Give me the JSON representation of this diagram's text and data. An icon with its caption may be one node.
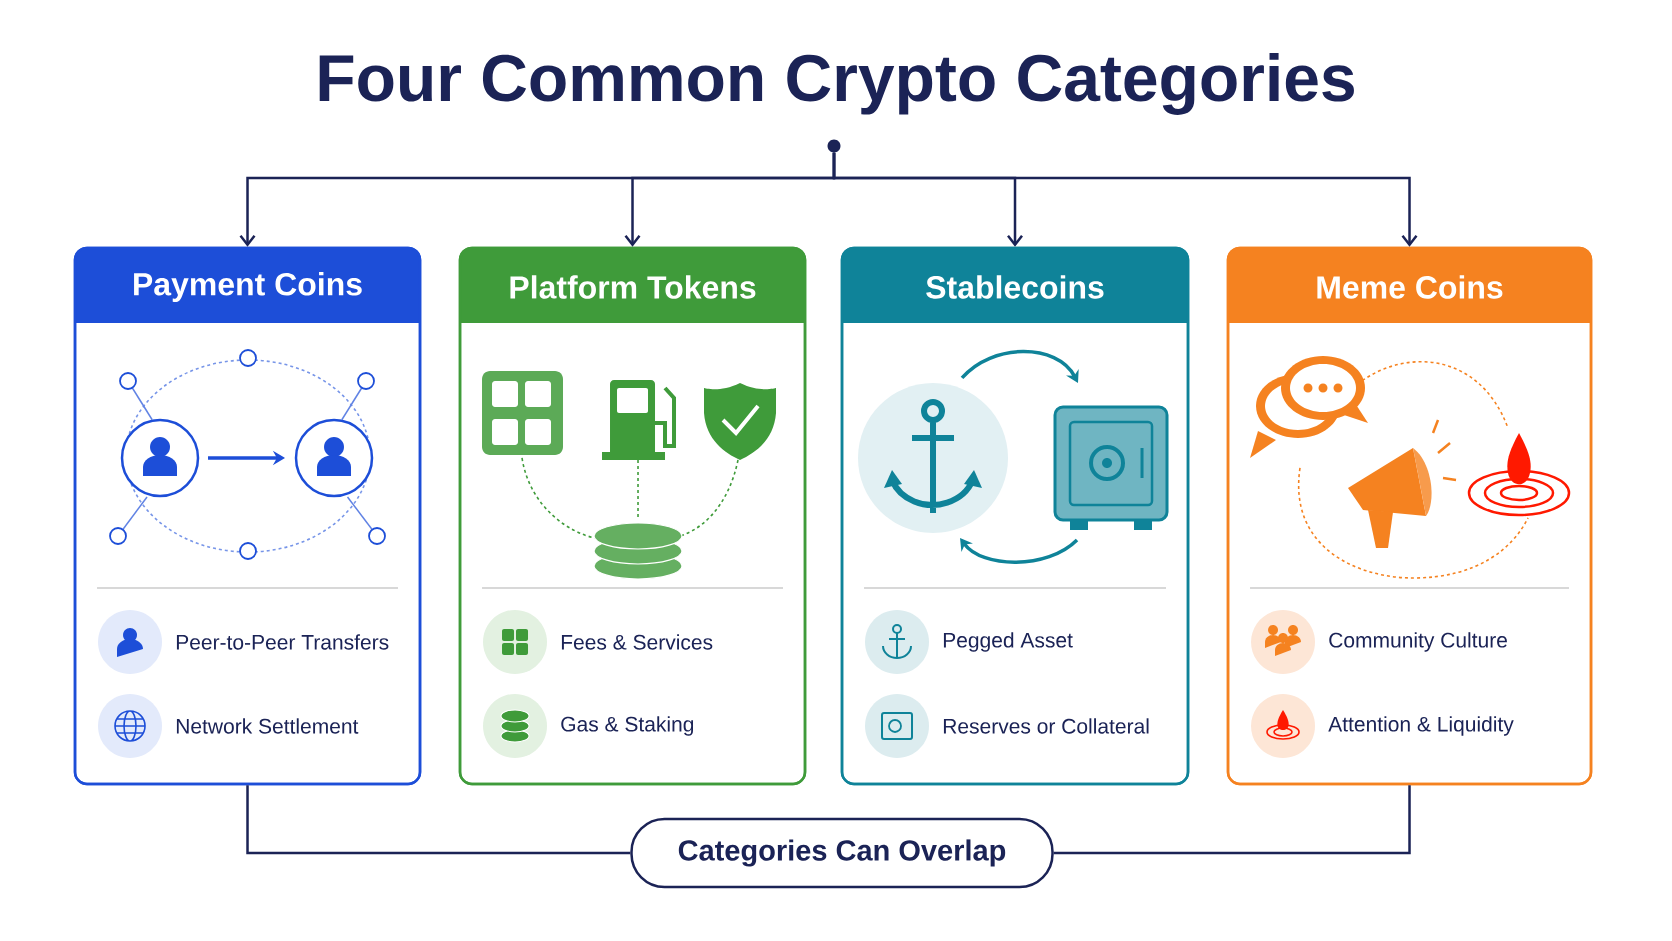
{
  "diagram": {
    "title": "Four Common Crypto Categories",
    "nodes": [
      {
        "text": [],
        "shape": "circle"
      },
      {
        "text": [
          "Payment Coins",
          "Peer-to-Peer Transfers",
          "Network Settlement"
        ]
      },
      {
        "text": [
          "Platform Tokens",
          "Fees & Services",
          "Gas & Staking"
        ]
      },
      {
        "text": [
          "Stablecoins",
          "Pegged Asset",
          "Reserves or Collateral"
        ]
      },
      {
        "text": [
          "Meme Coins",
          "Community Culture",
          "Attention & Liquidity"
        ]
      },
      {
        "text": [
          "Categories Can Overlap"
        ]
      }
    ],
    "edges": [
      {
        "from": 0,
        "to": 1,
        "arrow": "to"
      },
      {
        "from": 0,
        "to": 2,
        "arrow": "to"
      },
      {
        "from": 0,
        "to": 3,
        "arrow": "to"
      },
      {
        "from": 0,
        "to": 4,
        "arrow": "to"
      },
      {
        "from": 1,
        "to": 5,
        "arrow": "none"
      },
      {
        "from": 4,
        "to": 5,
        "arrow": "none"
      }
    ]
  }
}
